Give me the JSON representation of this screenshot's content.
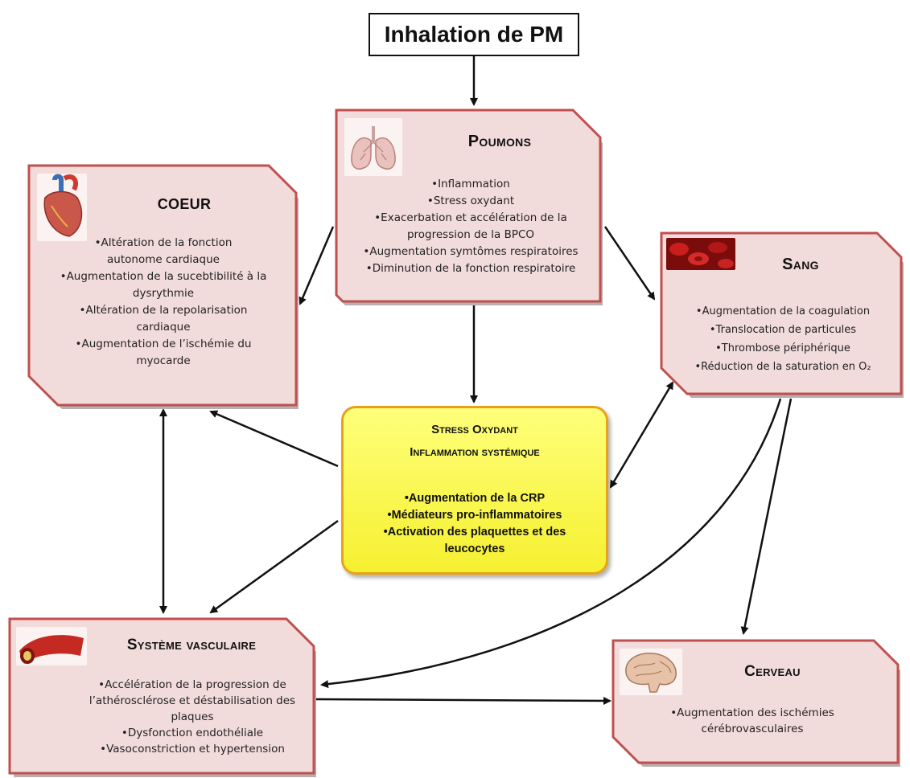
{
  "top": {
    "label": "Inhalation de PM"
  },
  "poumons": {
    "title": "Poumons",
    "bullets": [
      "•Inflammation",
      "•Stress oxydant",
      "•Exacerbation et accélération de la progression de la BPCO",
      "•Augmentation symtômes respiratoires",
      "•Diminution de la fonction respiratoire"
    ]
  },
  "coeur": {
    "title": "COEUR",
    "bullets": [
      "•Altération de la fonction autonome cardiaque",
      "•Augmentation de la sucebtibilité à la dysrythmie",
      "•Altération de la repolarisation cardiaque",
      "•Augmentation de l’ischémie du myocarde"
    ]
  },
  "sang": {
    "title": "Sang",
    "bullets": [
      "•Augmentation de la coagulation",
      "•Translocation de particules",
      "•Thrombose périphérique",
      "•Réduction de la saturation en O₂"
    ]
  },
  "central": {
    "title_line1": "Stress Oxydant",
    "title_line2": "Inflammation systémique",
    "bullets": [
      "•Augmentation de la CRP",
      "•Médiateurs pro-inflammatoires",
      "•Activation des plaquettes et des leucocytes"
    ]
  },
  "vasculaire": {
    "title": "Système vasculaire",
    "bullets": [
      "•Accélération de la progression de l’athérosclérose et déstabilisation des plaques",
      "•Dysfonction endothéliale",
      "•Vasoconstriction et hypertension"
    ]
  },
  "cerveau": {
    "title": "Cerveau",
    "bullets": [
      "•Augmentation des ischémies cérébrovasculaires"
    ]
  },
  "colors": {
    "box_fill": "#f2dcdb",
    "box_border": "#c0504d",
    "central_fill": "#ffff66",
    "central_border": "#e8a21a",
    "arrow": "#111111"
  }
}
